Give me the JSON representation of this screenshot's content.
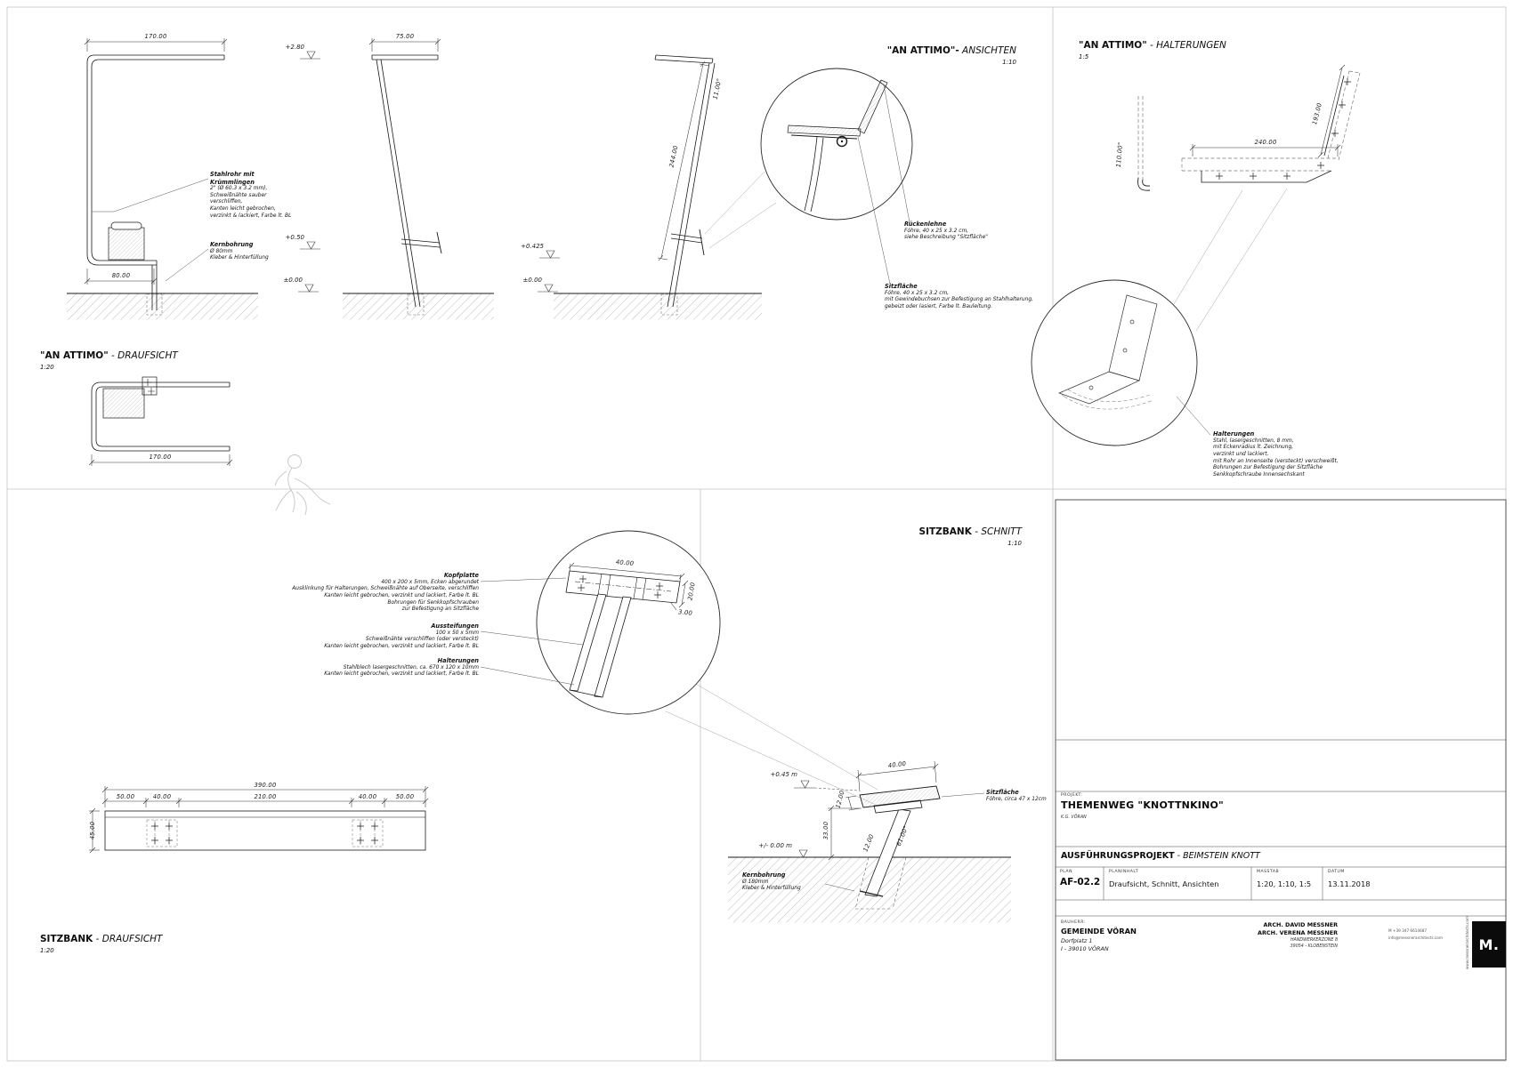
{
  "colors": {
    "line": "#1a1a1a",
    "frame": "#c0c0c0",
    "logo_bg": "#0b0b0b"
  },
  "titles": {
    "attimo_draufsicht": {
      "name": "\"AN ATTIMO\"",
      "suffix": " - DRAUFSICHT",
      "scale": "1:20"
    },
    "attimo_ansichten": {
      "name": "\"AN ATTIMO\"-",
      "suffix": " ANSICHTEN",
      "scale": "1:10"
    },
    "attimo_halterungen": {
      "name": "\"AN ATTIMO\"",
      "suffix": " - HALTERUNGEN",
      "scale": "1:5"
    },
    "sitzbank_schnitt": {
      "name": "SITZBANK",
      "suffix": " - SCHNITT",
      "scale": "1:10"
    },
    "sitzbank_draufsicht": {
      "name": "SITZBANK",
      "suffix": " - DRAUFSICHT",
      "scale": "1:20"
    }
  },
  "annotations": {
    "stahlrohr": {
      "title": "Stahlrohr mit Krümmlingen",
      "body": [
        "2\" (Ø 60.3 x 3.2 mm),",
        "Schweißnähte sauber verschliffen,",
        "Kanten leicht gebrochen,",
        "verzinkt & lackiert, Farbe lt. BL"
      ]
    },
    "kernbohrung_attimo": {
      "title": "Kernbohrung",
      "body": [
        "Ø 80mm",
        "Kleber & Hinterfüllung"
      ]
    },
    "rueckenlehne": {
      "title": "Rückenlehne",
      "body": [
        "Föhre, 40 x 25 x 3.2 cm,",
        "siehe Beschreibung \"Sitzfläche\""
      ]
    },
    "sitzflaeche_attimo": {
      "title": "Sitzfläche",
      "body": [
        "Föhre, 40 x 25 x 3.2 cm,",
        "mit Gewindebuchsen zur Befestigung an Stahlhalterung,",
        "gebeizt oder lasiert, Farbe lt. Bauleitung."
      ]
    },
    "halterungen_attimo": {
      "title": "Halterungen",
      "body": [
        "Stahl, lasergeschnitten, 8 mm,",
        "mit Eckenradius lt. Zeichnung,",
        "verzinkt und lackiert,",
        "mit Rohr an Innenseite (versteckt) verschweißt,",
        "Bohrungen zur Befestigung der Sitzfläche",
        "Senkkopfschraube Innensechskant"
      ]
    },
    "kopfplatte": {
      "title": "Kopfplatte",
      "body": [
        "400 x 200 x 5mm, Ecken abgerundet",
        "Ausklinkung für Halterungen, Schweißnähte auf Oberseite, verschliffen",
        "Kanten leicht gebrochen, verzinkt und lackiert, Farbe lt. BL",
        "Bohrungen für Senkkopfschrauben",
        "zur Befestigung an Sitzfläche"
      ]
    },
    "aussteifungen": {
      "title": "Aussteifungen",
      "body": [
        "100 x 50 x 5mm",
        "Schweißnähte verschliffen (oder versteckt)",
        "Kanten leicht gebrochen, verzinkt und lackiert, Farbe lt. BL"
      ]
    },
    "halterungen_bank": {
      "title": "Halterungen",
      "body": [
        "Stahlblech lasergeschnitten, ca. 670 x 120 x 10mm",
        "Kanten leicht gebrochen, verzinkt und lackiert, Farbe lt. BL"
      ]
    },
    "sitzflaeche_bank": {
      "title": "Sitzfläche",
      "body": [
        "Föhre, circa 47 x 12cm"
      ]
    },
    "kernbohrung_bank": {
      "title": "Kernbohrung",
      "body": [
        "Ø 180mm",
        "Kleber & Hinterfüllung"
      ]
    }
  },
  "dims": {
    "a_top": "170.00",
    "a_bottom": "80.00",
    "b_top": "75.00",
    "c_length": "244.00",
    "c_angle": "11.00°",
    "tv_width": "170.00",
    "e_seat": "240.00",
    "e_back": "193.00",
    "e_angle": "110.00°",
    "g_w": "40.00",
    "g_d": "20.00",
    "g_t": "3.00",
    "bench_total": "390.00",
    "bench_s1": "50.00",
    "bench_s2": "40.00",
    "bench_s3": "210.00",
    "bench_s4": "40.00",
    "bench_s5": "50.00",
    "bench_depth": "45.00",
    "s_seat_w": "40.00",
    "s_seat_t": "12.00",
    "s_height": "33.00",
    "s_leg": "12.00",
    "s_angle": "61.00°"
  },
  "levels": {
    "l280": "+2.80",
    "l050": "+0.50",
    "l000a": "±0.00",
    "l0425": "+0.425",
    "l000b": "±0.00",
    "s045": "+0.45 m",
    "s000": "+/- 0.00 m"
  },
  "titleblock": {
    "projekt_label": "PROJEKT:",
    "projekt_name": "THEMENWEG \"KNOTTNKINO\"",
    "projekt_sub": "K.G. VÖRAN",
    "phase": "AUSFÜHRUNGSPROJEKT",
    "phase_sub": " - BEIMSTEIN KNOTT",
    "plan_label": "PLAN",
    "plan_value": "AF-02.2",
    "planinhalt_label": "PLANINHALT",
    "planinhalt_value": "Draufsicht, Schnitt, Ansichten",
    "masstab_label": "MASSTAB",
    "masstab_value": "1:20, 1:10, 1:5",
    "datum_label": "DATUM",
    "datum_value": "13.11.2018",
    "bauherr_label": "BAUHERR:",
    "bauherr_name": "GEMEINDE VÖRAN",
    "bauherr_addr1": "Dorfplatz 1",
    "bauherr_addr2": "I - 39010 VÖRAN",
    "arch1": "ARCH. DAVID MESSNER",
    "arch2": "ARCH. VERENA MESSNER",
    "arch_addr1": "HANDWERKERZONE 8",
    "arch_addr2": "39054 - KLOBENSTEIN",
    "contact1": "M  +39 347 6614687",
    "contact2": "info@messnerarchitects.com",
    "website": "www.messnerarchitects.com",
    "logo": "M."
  }
}
